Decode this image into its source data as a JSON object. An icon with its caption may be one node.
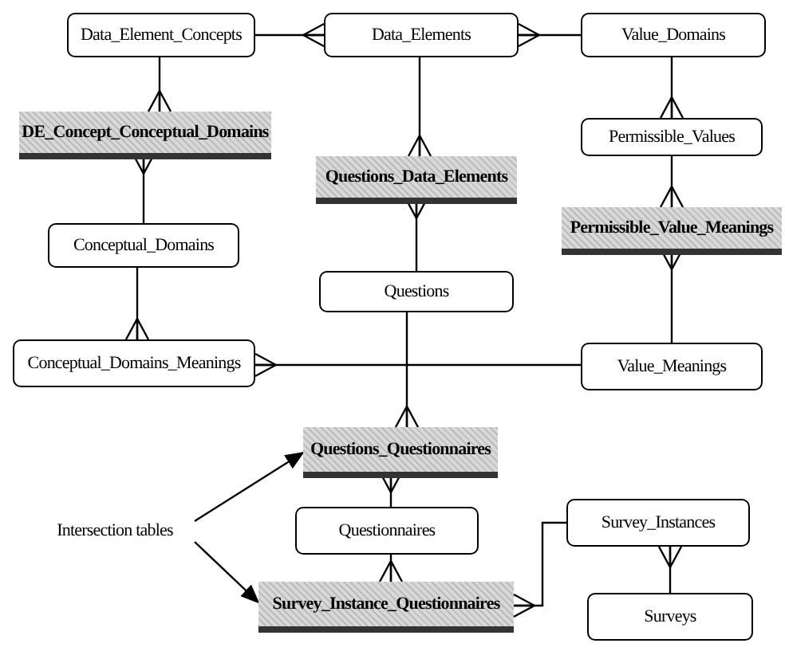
{
  "diagram": {
    "nodes": [
      {
        "text": [
          "Data_Element_Concepts"
        ]
      },
      {
        "text": [
          "Data_Elements"
        ]
      },
      {
        "text": [
          "Value_Domains"
        ]
      },
      {
        "text": [
          "DE_Concept_Conceptual_Domains"
        ]
      },
      {
        "text": [
          "Questions_Data_Elements"
        ]
      },
      {
        "text": [
          "Permissible_Values"
        ]
      },
      {
        "text": [
          "Conceptual_Domains"
        ]
      },
      {
        "text": [
          "Permissible_Value_Meanings"
        ]
      },
      {
        "text": [
          "Questions"
        ]
      },
      {
        "text": [
          "Conceptual_Domains_Meanings"
        ]
      },
      {
        "text": [
          "Value_Meanings"
        ]
      },
      {
        "text": [
          "Questions_Questionnaires"
        ]
      },
      {
        "text": [
          "Intersection tables"
        ]
      },
      {
        "text": [
          "Questionnaires"
        ]
      },
      {
        "text": [
          "Survey_Instances"
        ]
      },
      {
        "text": [
          "Survey_Instance_Questionnaires"
        ]
      },
      {
        "text": [
          "Surveys"
        ]
      }
    ],
    "edges": [
      {
        "from": 0,
        "to": 1,
        "arrow": "other"
      },
      {
        "from": 2,
        "to": 1,
        "arrow": "other"
      },
      {
        "from": 0,
        "to": 3,
        "arrow": "other"
      },
      {
        "from": 6,
        "to": 3,
        "arrow": "other"
      },
      {
        "from": 6,
        "to": 9,
        "arrow": "other"
      },
      {
        "from": 1,
        "to": 4,
        "arrow": "other"
      },
      {
        "from": 8,
        "to": 4,
        "arrow": "other"
      },
      {
        "from": 2,
        "to": 5,
        "arrow": "other"
      },
      {
        "from": 5,
        "to": 7,
        "arrow": "other"
      },
      {
        "from": 10,
        "to": 7,
        "arrow": "other"
      },
      {
        "from": 10,
        "to": 9,
        "arrow": "other"
      },
      {
        "from": 8,
        "to": 11,
        "arrow": "other"
      },
      {
        "from": 13,
        "to": 11,
        "arrow": "other"
      },
      {
        "from": 13,
        "to": 15,
        "arrow": "other"
      },
      {
        "from": 14,
        "to": 15,
        "arrow": "other"
      },
      {
        "from": 16,
        "to": 14,
        "arrow": "other"
      },
      {
        "from": 12,
        "to": 11,
        "arrow": "to"
      },
      {
        "from": 12,
        "to": 15,
        "arrow": "to"
      }
    ]
  }
}
